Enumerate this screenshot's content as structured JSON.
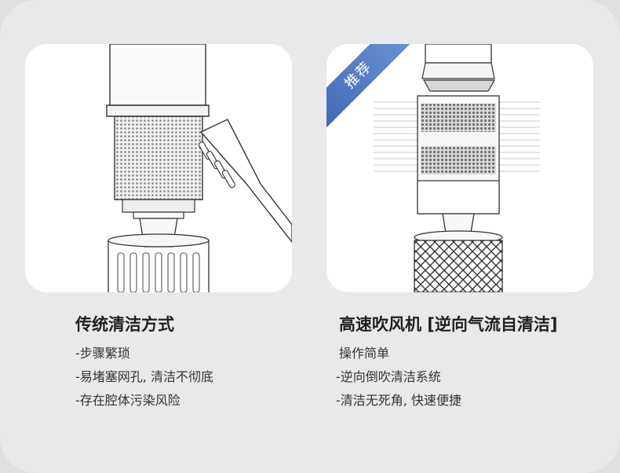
{
  "left": {
    "title": "传统清洁方式",
    "lines": [
      "-步骤繁琐",
      "-易堵塞网孔, 清洁不彻底",
      "-存在腔体污染风险"
    ]
  },
  "right": {
    "badge": "推荐",
    "title": "高速吹风机 [逆向气流自清洁]",
    "lines": [
      "操作简单",
      "-逆向倒吹清洁系统",
      "-清洁无死角, 快速便捷"
    ]
  },
  "colors": {
    "badge": "#4f78c4",
    "card": "#ffffff",
    "background": "#e9e9eb"
  }
}
